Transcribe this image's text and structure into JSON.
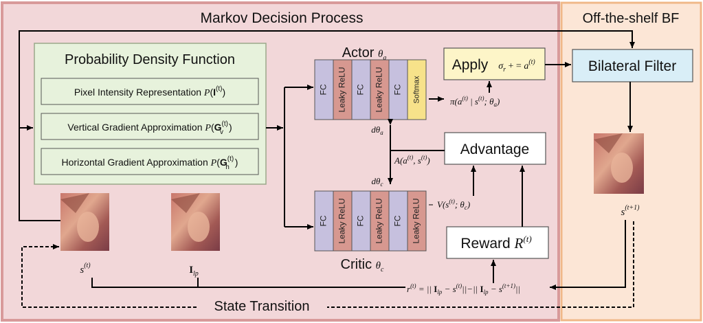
{
  "title_mdp": "Markov Decision Process",
  "title_bf": "Off-the-shelf BF",
  "pdf": {
    "title": "Probability Density Function",
    "items": [
      "Pixel Intensity Representation P(I(t))",
      "Vertical Gradient Approximation P(Gv(t))",
      "Horizontal Gradient Approximation P(Gh(t))"
    ]
  },
  "actor": {
    "label": "Actor θa",
    "layers": [
      "FC",
      "Leaky ReLU",
      "FC",
      "Leaky ReLU",
      "FC",
      "Softmax"
    ]
  },
  "critic": {
    "label": "Critic θc",
    "layers": [
      "FC",
      "Leaky ReLU",
      "FC",
      "Leaky ReLU",
      "FC",
      "Leaky ReLU"
    ]
  },
  "apply": {
    "label": "Apply",
    "formula": "σr += a(t)"
  },
  "bilateral": "Bilateral Filter",
  "advantage": "Advantage",
  "reward": "Reward R(t)",
  "labels": {
    "policy": "π(a(t) | s(t); θa)",
    "d_theta_a": "dθa",
    "d_theta_c": "dθc",
    "advantage_fn": "A(a(t), s(t))",
    "value_fn": "V(s(t); θc)",
    "state_t": "s(t)",
    "state_next": "s(t+1)",
    "i_lp": "Ilp",
    "reward_fn": "r(t) = || Ilp − s(t) || − || Ilp − s(t+1) ||",
    "state_transition": "State Transition"
  },
  "colors": {
    "mdp_bg": "#f2d7d9",
    "mdp_border": "#d89a9a",
    "bf_bg": "#fce6d6",
    "bf_border": "#f0b888",
    "pdf_bg": "#e7f2dc",
    "pdf_border": "#9aa88a",
    "fc": "#c6c0de",
    "relu": "#d79890",
    "softmax": "#f7e28a",
    "apply_bg": "#fdf5c8",
    "bilateral_bg": "#d9eef7"
  }
}
